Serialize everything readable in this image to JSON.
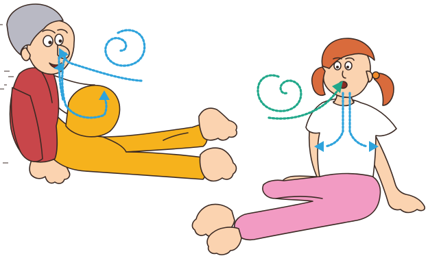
{
  "colors": {
    "nose_breath_arrow": "#2ea3dc",
    "mouth_breath_arrow": "#21a88a",
    "shirt_white": "#ffffff",
    "boy_jacket": "#c8464a",
    "boy_pants": "#f6b21c",
    "girl_pants": "#f29bc3",
    "skin": "#fbd3b0",
    "girl_hair": "#d96b3c",
    "boy_hair": "#b9b9c4",
    "outline": "#3b2a24",
    "hair_tie": "#f28c2a"
  },
  "figures": [
    {
      "name": "boy-figure",
      "airway": "nose",
      "arrow_color": "#2ea3dc"
    },
    {
      "name": "girl-figure",
      "airway": "mouth",
      "arrow_color": "#21a88a"
    }
  ]
}
